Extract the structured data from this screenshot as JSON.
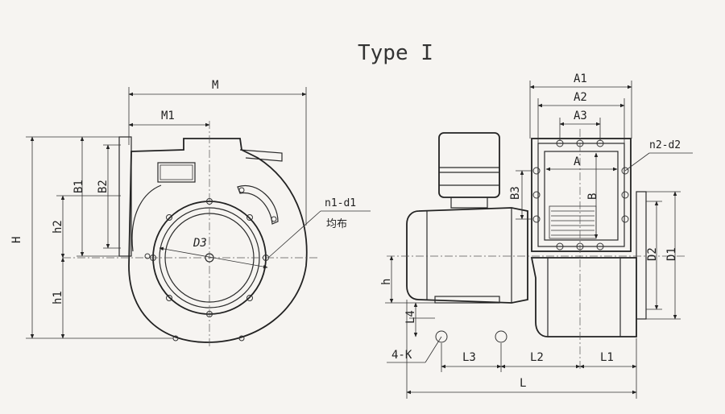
{
  "title": "Type I",
  "note": {
    "line1": "n1-d1",
    "line2": "均布"
  },
  "labels": {
    "M": "M",
    "M1": "M1",
    "H": "H",
    "h1": "h1",
    "h2": "h2",
    "B1": "B1",
    "B2": "B2",
    "D3": "D3",
    "A1": "A1",
    "A2": "A2",
    "A3": "A3",
    "A": "A",
    "B": "B",
    "B3": "B3",
    "n2d2": "n2-d2",
    "D1": "D1",
    "D2": "D2",
    "h": "h",
    "L4": "L4",
    "K": "4-K",
    "L3": "L3",
    "L2": "L2",
    "L1": "L1",
    "L": "L"
  }
}
